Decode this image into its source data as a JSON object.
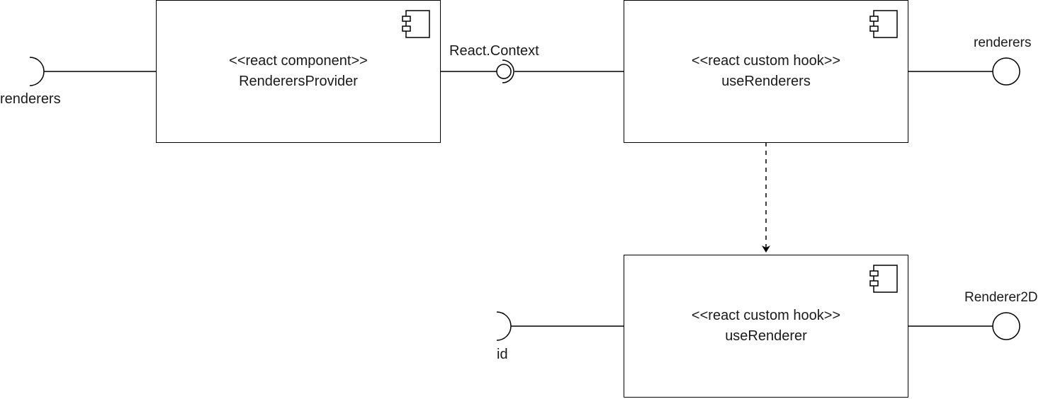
{
  "components": [
    {
      "id": "renderers-provider",
      "stereotype": "<<react component>>",
      "name": "RenderersProvider"
    },
    {
      "id": "use-renderers",
      "stereotype": "<<react custom hook>>",
      "name": "useRenderers"
    },
    {
      "id": "use-renderer",
      "stereotype": "<<react custom hook>>",
      "name": "useRenderer"
    }
  ],
  "interfaces": {
    "provider_required": "renderers",
    "context_link": "React.Context",
    "use_renderers_provided": "renderers",
    "use_renderer_required": "id",
    "use_renderer_provided": "Renderer2D"
  }
}
